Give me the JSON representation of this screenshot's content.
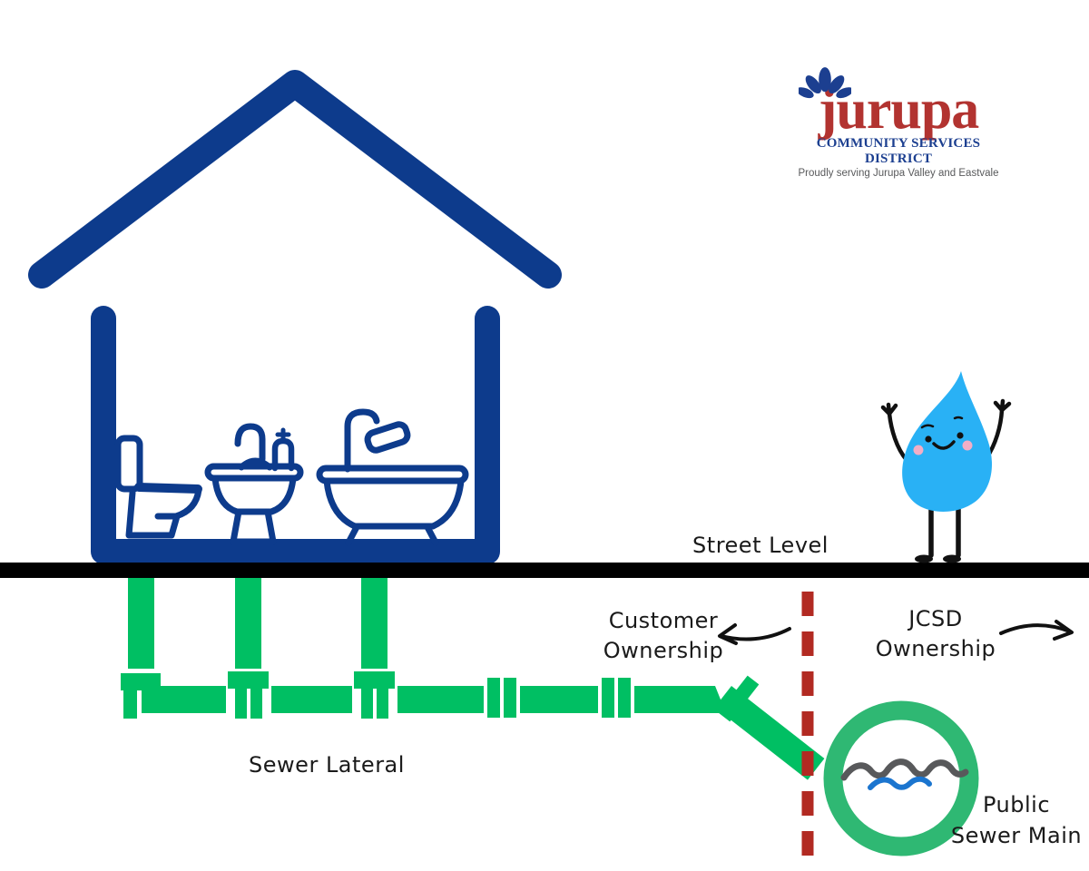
{
  "logo": {
    "name": "jurupa",
    "subtitle": "COMMUNITY SERVICES DISTRICT",
    "tagline": "Proudly serving Jurupa Valley and Eastvale"
  },
  "labels": {
    "street_level": "Street Level",
    "customer_ownership": {
      "line1": "Customer",
      "line2": "Ownership"
    },
    "jcsd_ownership": {
      "line1": "JCSD",
      "line2": "Ownership"
    },
    "sewer_lateral": "Sewer Lateral",
    "public_sewer_main": {
      "line1": "Public",
      "line2": "Sewer Main"
    }
  },
  "icons": {
    "logo_mark": "petal-spray-icon",
    "house": "house-outline-icon",
    "fixtures": [
      "toilet-icon",
      "sink-icon",
      "bathtub-icon"
    ],
    "mascot": "water-drop-mascot",
    "sewer_main": "sewer-main-circle-icon",
    "boundary": "ownership-boundary-dashed-line",
    "arrows": [
      "left-arrow-icon",
      "right-arrow-icon"
    ]
  },
  "colors": {
    "house_navy": "#0d3b8c",
    "pipe_green": "#00bf63",
    "sewer_ring_green": "#2fb873",
    "boundary_red": "#b22a22",
    "street_black": "#000000",
    "mascot_blue": "#29b1f5",
    "cheek_pink": "#f3aec6",
    "wave_gray": "#58595b",
    "wave_blue": "#1b75cf",
    "logo_red": "#b23330",
    "logo_blue": "#1c3f90",
    "tagline_gray": "#58595b",
    "label_text": "#1a1a1a"
  }
}
